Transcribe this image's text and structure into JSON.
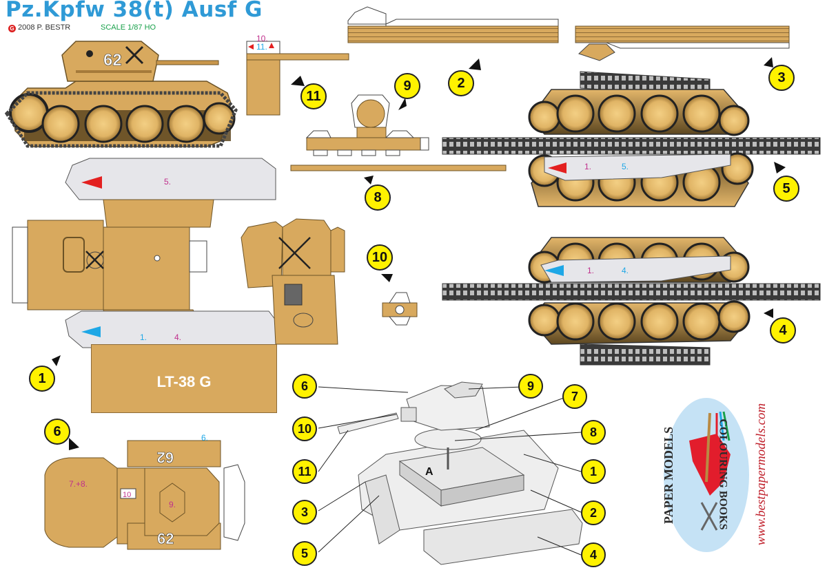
{
  "header": {
    "title": "Pz.Kpfw 38(t) Ausf G",
    "copyright": "2008 P. BESTR",
    "copyright_mark": "G",
    "scale": "SCALE 1/87 HO"
  },
  "colors": {
    "title": "#2f9ad6",
    "tan": "#d8a95e",
    "tan_dark": "#a57a3a",
    "callout": "#fff200",
    "red_arrow": "#e32020",
    "blue_arrow": "#1ea7e6",
    "magenta_text": "#c0308c",
    "cyan_text": "#1ea7e6"
  },
  "parts": {
    "lt38_label": "LT-38 G",
    "turret_number": "62",
    "piece_11_labels": [
      "10.",
      "11."
    ],
    "hull_top_label": "5.",
    "hull_bottom_labels": [
      "1.",
      "4."
    ],
    "track_top_labels": [
      "1.",
      "5."
    ],
    "track_bottom_labels": [
      "1.",
      "4."
    ],
    "turret_labels": [
      "7.+8.",
      "9.",
      "10",
      "6."
    ],
    "assembly_point": "A"
  },
  "callouts": {
    "c1": "1",
    "c2": "2",
    "c3": "3",
    "c4": "4",
    "c5": "5",
    "c6": "6",
    "c8": "8",
    "c9": "9",
    "c10": "10",
    "c11": "11"
  },
  "assembly_callouts": {
    "a6": "6",
    "a9": "9",
    "a7": "7",
    "a10": "10",
    "a8": "8",
    "a11": "11",
    "a1": "1",
    "a3": "3",
    "a2": "2",
    "a5": "5",
    "a4": "4"
  },
  "logo": {
    "line1": "PAPER MODELS",
    "line2": "COLOURING BOOKS",
    "url": "www.bestpapermodels.com"
  }
}
